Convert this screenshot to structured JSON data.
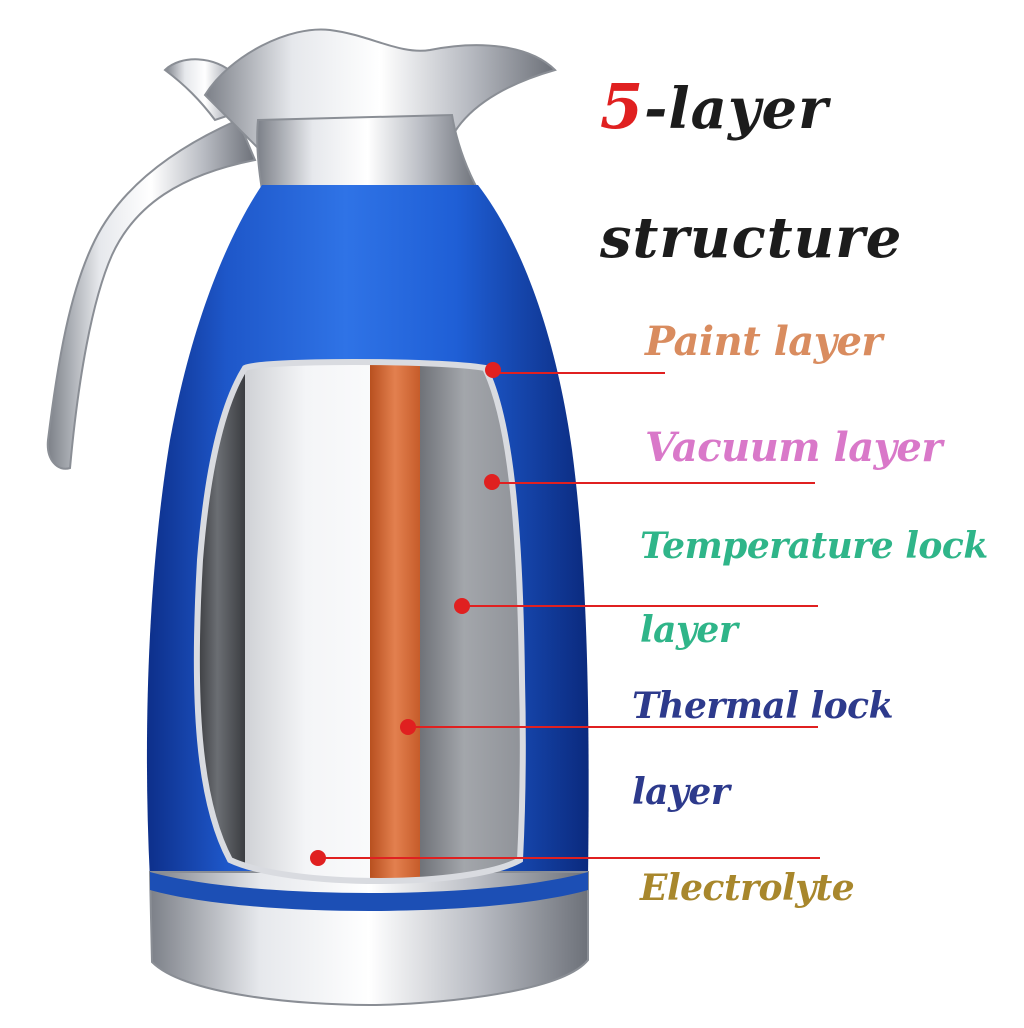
{
  "heading": {
    "number": "5",
    "line1_rest": "-layer",
    "line2": "structure",
    "number_color": "#e02020",
    "text_color": "#1c1c1c"
  },
  "product": {
    "body_color": "#1f5fd6",
    "metal_color": "#c9ccd3",
    "copper_color": "#d96a3a"
  },
  "layers": [
    {
      "line1": "Paint layer",
      "line2": "",
      "color": "#d98c5f"
    },
    {
      "line1": "Vacuum layer",
      "line2": "",
      "color": "#d978c9"
    },
    {
      "line1": "Temperature lock",
      "line2": "layer",
      "color": "#2fb589"
    },
    {
      "line1": "Thermal lock",
      "line2": "layer",
      "color": "#2d3a8c"
    },
    {
      "line1": "Electrolyte",
      "line2": "",
      "color": "#a8872c"
    }
  ],
  "leader_color": "#e02020"
}
